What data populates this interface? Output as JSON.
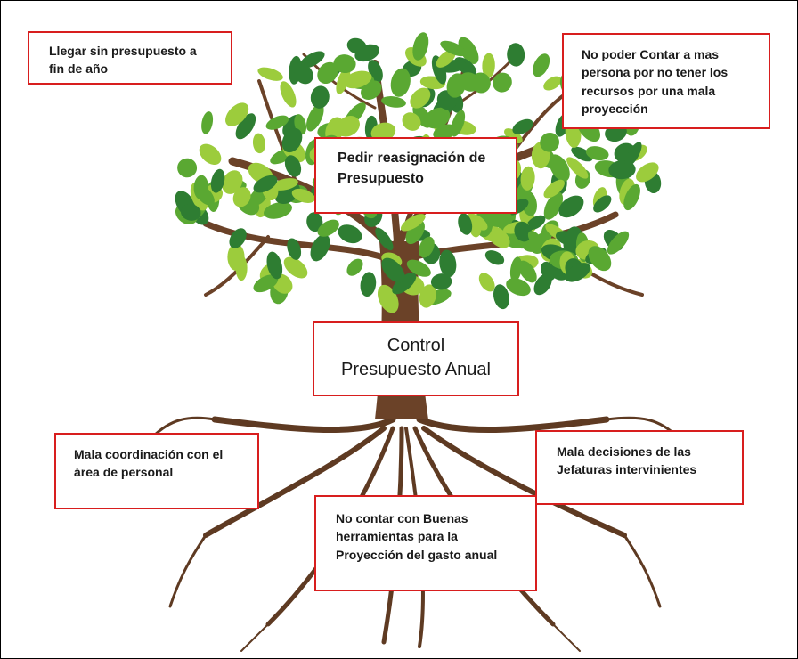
{
  "boxes": {
    "top_left": [
      "Llegar sin presupuesto a",
      "fin de año"
    ],
    "top_right": [
      "No poder Contar a mas",
      "persona por no tener los",
      "recursos por una mala",
      "proyección"
    ],
    "problem": [
      "Pedir reasignación de",
      "Presupuesto"
    ],
    "center": [
      "Control",
      "Presupuesto Anual"
    ],
    "bottom_left": [
      "Mala coordinación con el",
      "área de personal"
    ],
    "bottom_right": [
      "Mala decisiones de las",
      "Jefaturas intervinientes"
    ],
    "bottom_center": [
      "No contar con Buenas",
      "herramientas para la",
      "Proyección del gasto anual"
    ]
  },
  "colors": {
    "box_border": "#d81e1e",
    "trunk": "#6b4228",
    "leaf_dark": "#2e7d32",
    "leaf_mid": "#5aa832",
    "leaf_light": "#9ccc3c"
  }
}
